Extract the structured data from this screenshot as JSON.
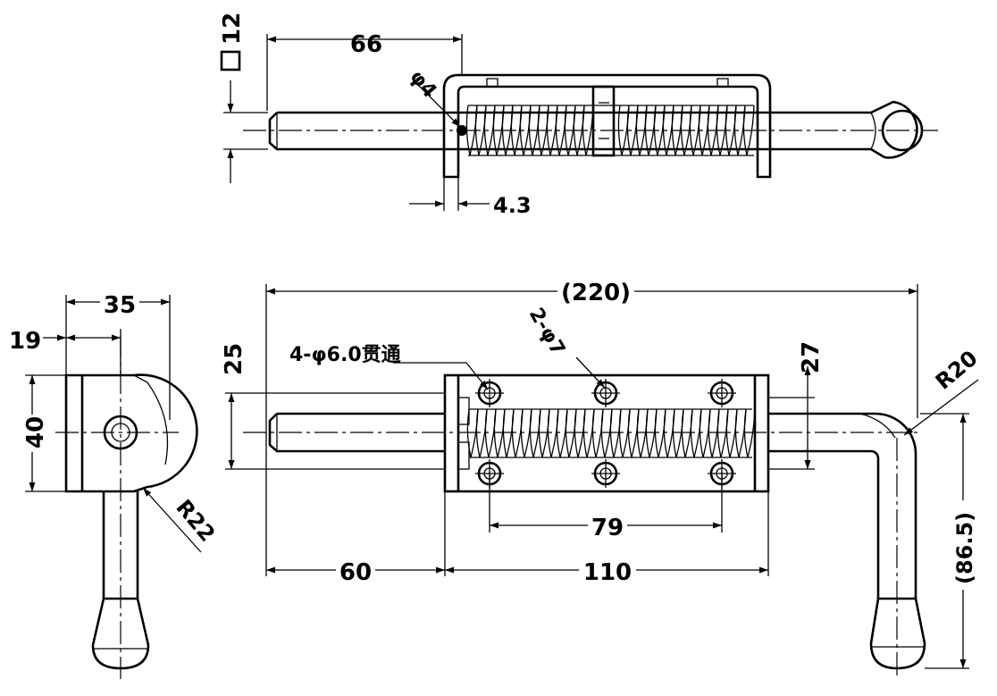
{
  "dimensions": {
    "top_width": "66",
    "top_thickness": "4.3",
    "top_square": "12",
    "top_pin": "φ4",
    "overall_length": "(220)",
    "holes_note": "4-φ6.0贯通",
    "pin_holes": "2-φ7",
    "height_27": "27",
    "height_25": "25",
    "bend_radius": "R20",
    "end_depth": "35",
    "end_offset": "19",
    "end_height": "40",
    "end_radius": "R22",
    "hole_spacing": "79",
    "pin_extension": "60",
    "bracket_length": "110",
    "handle_drop": "(86.5)"
  },
  "colors": {
    "line": "#000000",
    "background": "#ffffff"
  }
}
